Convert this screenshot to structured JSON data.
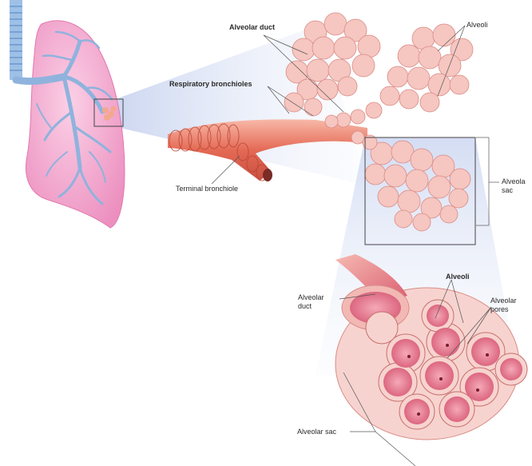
{
  "labels": {
    "alveolar_duct_top": "Alveolar duct",
    "respiratory_bronchioles": "Respiratory bronchioles",
    "terminal_bronchiole": "Terminal bronchiole",
    "alveoli_top": "Alveoli",
    "alveolar_sac_right": [
      "Alveola",
      "sac"
    ],
    "alveolar_duct_bottom": [
      "Alveolar",
      "duct"
    ],
    "alveoli_bottom": "Alveoli",
    "alveolar_pores": [
      "Alveolar",
      "pores"
    ],
    "alveolar_sac_bottom": "Alveolar sac"
  },
  "colors": {
    "lung_fill": "#f4a9cf",
    "lung_edge": "#e07aad",
    "bronchial_tree": "#8fb3dd",
    "trachea": "#7aa8d8",
    "alveolus": "#f6c6c0",
    "alveolus_edge": "#d98b86",
    "bronchiole": "#e86f5d",
    "bronchiole_light": "#f6b2a4",
    "zoom_cone": "#dde5f6",
    "cell_interior": "#e7849a",
    "cell_rim": "#f7d3cf"
  }
}
